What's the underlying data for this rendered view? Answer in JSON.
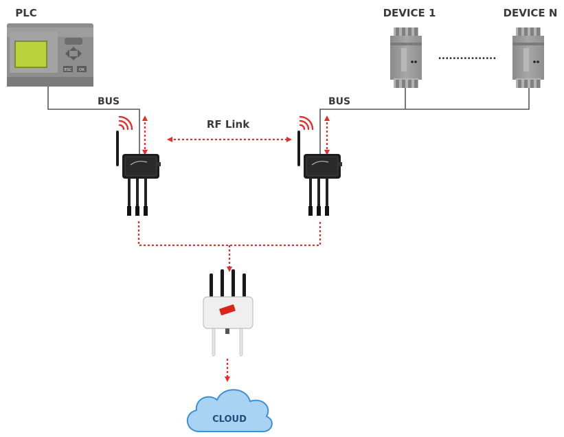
{
  "labels": {
    "plc": "PLC",
    "device_1": "DEVICE 1",
    "device_n": "DEVICE N",
    "bus_left": "BUS",
    "bus_right": "BUS",
    "rf_link": "RF Link",
    "cloud": "CLOUD",
    "plc_key_esc": "ESC",
    "plc_key_ok": "OK",
    "ellipsis": "................"
  },
  "colors": {
    "rf_link": "#e0312f",
    "bus_wire": "#555555",
    "cloud_fill": "#a9d3f2",
    "cloud_stroke": "#3a8fd6",
    "plc_screen": "#b9d23a",
    "device_body": "#9b9b9b",
    "node_body": "#1c1c1c",
    "gateway_body": "#efefef",
    "gateway_logo": "#d9251d"
  },
  "icons": {
    "plc": "plc-controller-icon",
    "device": "din-rail-device-icon",
    "node": "wireless-node-icon",
    "gateway": "wireless-gateway-icon",
    "cloud": "cloud-icon",
    "wireless": "wireless-signal-icon"
  }
}
